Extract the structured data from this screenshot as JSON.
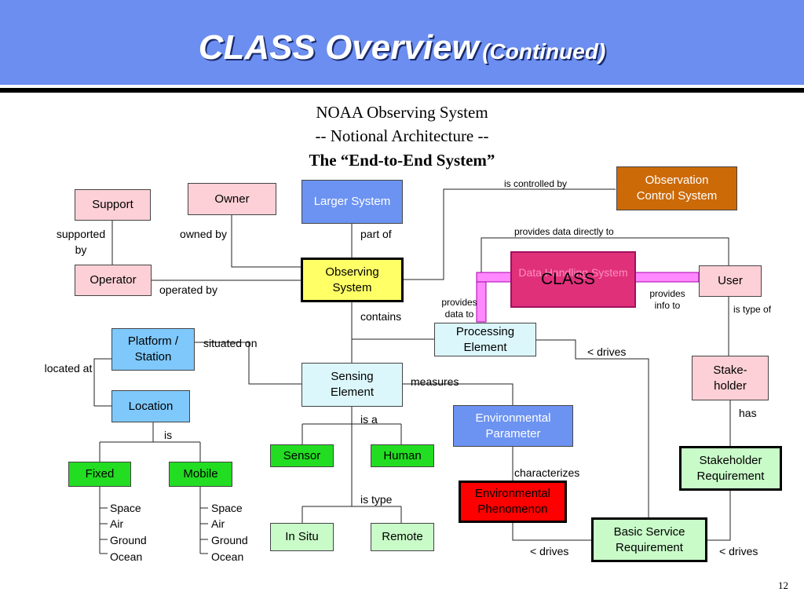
{
  "slide": {
    "title": "CLASS Overview",
    "title_sub": "(Continued)",
    "heading_line1": "NOAA Observing System",
    "heading_line2": "-- Notional Architecture --",
    "heading_line3": "The “End-to-End System”",
    "page_number": "12"
  },
  "nodes": {
    "support": "Support",
    "owner": "Owner",
    "larger_system": "Larger System",
    "observation_control": "Observation Control System",
    "operator": "Operator",
    "observing_system": "Observing System",
    "data_handling_system": "Data Handling System",
    "class": "CLASS",
    "user": "User",
    "platform_station": "Platform / Station",
    "location": "Location",
    "sensing_element": "Sensing Element",
    "processing_element": "Processing Element",
    "stakeholder": "Stake-holder",
    "environmental_parameter": "Environmental Parameter",
    "sensor": "Sensor",
    "human": "Human",
    "fixed": "Fixed",
    "mobile": "Mobile",
    "environmental_phenomenon": "Environmental Phenomenon",
    "stakeholder_requirement": "Stakeholder Requirement",
    "in_situ": "In Situ",
    "remote": "Remote",
    "basic_service_requirement": "Basic Service Requirement"
  },
  "relations": {
    "supported_by": "supported by",
    "owned_by": "owned by",
    "part_of": "part of",
    "is_controlled_by": "is controlled by",
    "provides_data_directly_to": "provides data directly to",
    "operated_by": "operated by",
    "provides_data_to": "provides data to",
    "provides_info_to": "provides info to",
    "is_type_of": "is type of",
    "contains": "contains",
    "situated_on": "situated on",
    "drives_1": "< drives",
    "located_at": "located at",
    "measures": "measures",
    "has": "has",
    "is_a": "is a",
    "is": "is",
    "characterizes": "characterizes",
    "is_type": "is type",
    "drives_2": "< drives",
    "drives_3": "< drives"
  },
  "fixed_kinds": [
    "Space",
    "Air",
    "Ground",
    "Ocean"
  ],
  "mobile_kinds": [
    "Space",
    "Air",
    "Ground",
    "Ocean"
  ],
  "colors": {
    "header": "#6b8ef0",
    "class_highlight": "#e0307a",
    "class_connector": "#ff80ff"
  }
}
